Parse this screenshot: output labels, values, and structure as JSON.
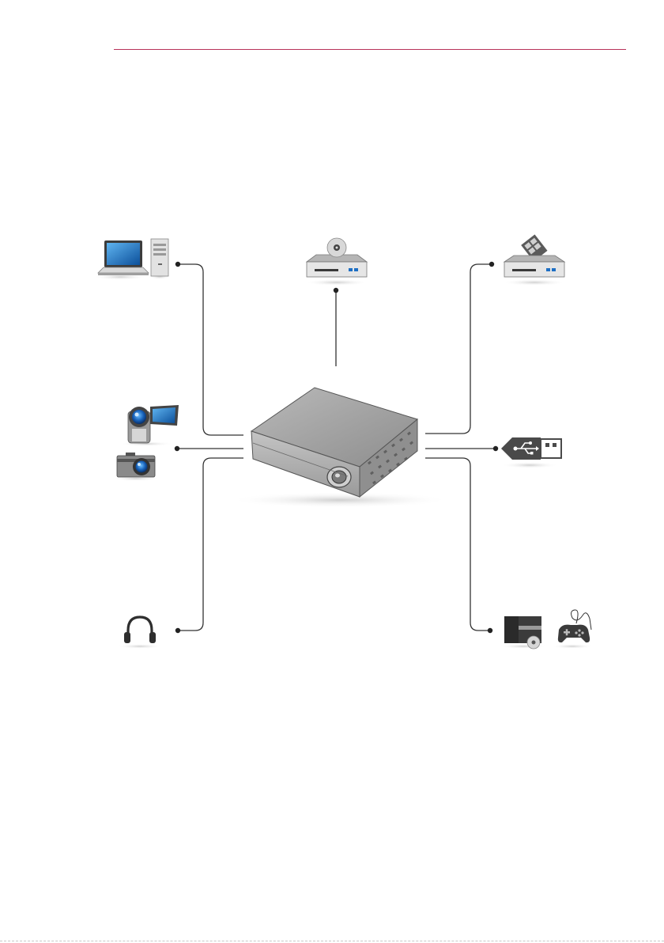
{
  "page": {
    "header_rule_color": "#b8325a",
    "line_color": "#333333",
    "accent_blue": "#1d6fc4"
  },
  "diagram": {
    "center_device": "projector",
    "connected_devices": [
      {
        "name": "computer",
        "icons": [
          "laptop-icon",
          "desktop-tower-icon"
        ]
      },
      {
        "name": "dvd-player",
        "icons": [
          "dvd-player-icon"
        ]
      },
      {
        "name": "digital-broadcast-receiver",
        "icons": [
          "set-top-box-icon"
        ]
      },
      {
        "name": "camera",
        "icons": [
          "camcorder-icon",
          "photo-camera-icon"
        ]
      },
      {
        "name": "usb",
        "icons": [
          "usb-drive-icon"
        ]
      },
      {
        "name": "headphones",
        "icons": [
          "headphones-icon"
        ]
      },
      {
        "name": "game-console",
        "icons": [
          "game-console-icon",
          "gamepad-icon"
        ]
      }
    ]
  }
}
